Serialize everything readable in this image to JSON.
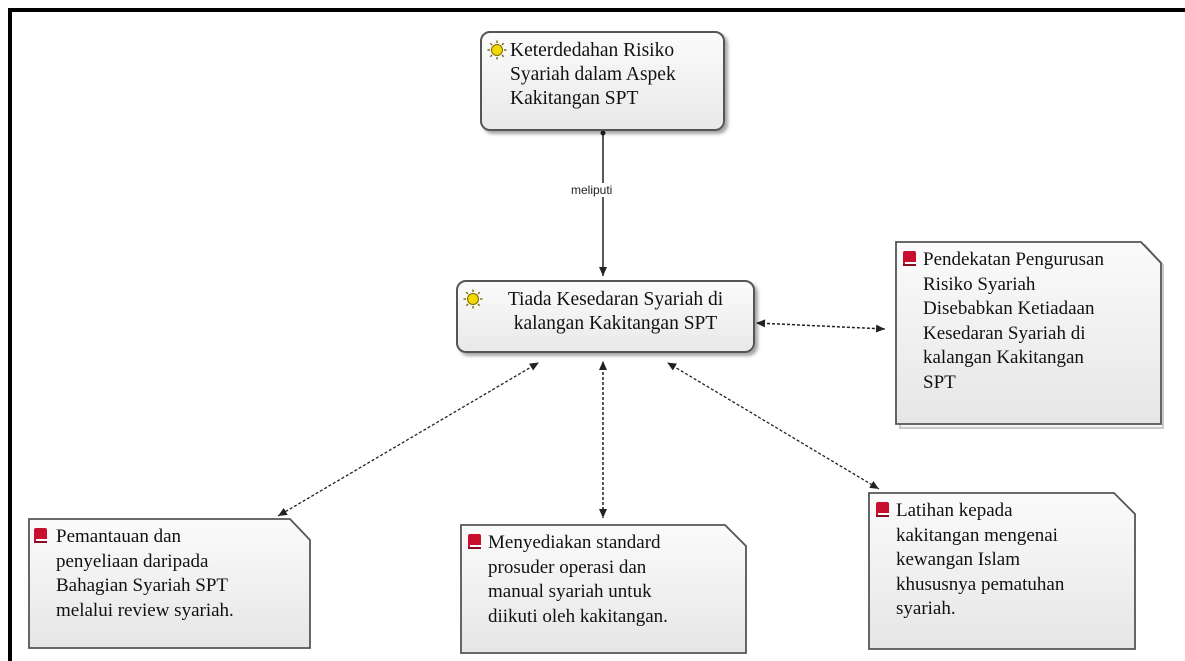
{
  "concepts": {
    "top": {
      "text": "Keterdedahan Risiko Syariah dalam Aspek Kakitangan SPT",
      "lines": [
        "Keterdedahan Risiko",
        "Syariah dalam Aspek",
        "Kakitangan SPT"
      ]
    },
    "center": {
      "text": "Tiada Kesedaran Syariah di kalangan Kakitangan SPT",
      "lines": [
        "Tiada Kesedaran Syariah di",
        "kalangan Kakitangan SPT"
      ]
    }
  },
  "link_label": "meliputi",
  "notes": {
    "right": {
      "lines": [
        "Pendekatan Pengurusan",
        "Risiko Syariah",
        "Disebabkan Ketiadaan",
        "Kesedaran Syariah di",
        "kalangan Kakitangan",
        "SPT"
      ]
    },
    "bottom_left": {
      "lines": [
        "Pemantauan dan",
        "penyeliaan daripada",
        "Bahagian Syariah SPT",
        "melalui review syariah."
      ]
    },
    "bottom_mid": {
      "lines": [
        "Menyediakan standard",
        "prosuder operasi dan",
        "manual syariah untuk",
        "diikuti oleh kakitangan."
      ]
    },
    "bottom_right": {
      "lines": [
        "Latihan kepada",
        "kakitangan mengenai",
        "kewangan Islam",
        "khususnya pematuhan",
        "syariah."
      ]
    }
  },
  "icons": {
    "concept": "lightbulb-icon",
    "note": "book-icon"
  },
  "colors": {
    "node_border": "#555555",
    "link": "#222222",
    "note_icon": "#c8102e",
    "concept_icon": "#e8c500"
  }
}
